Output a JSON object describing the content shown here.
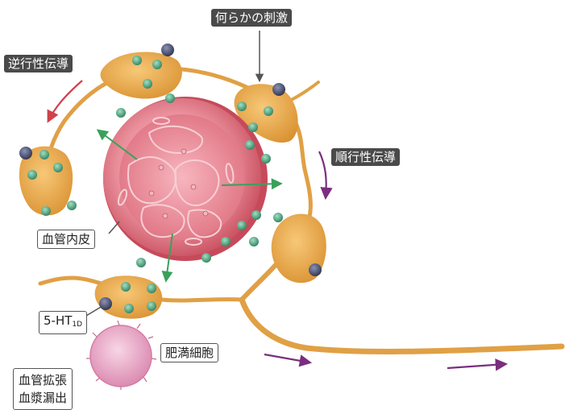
{
  "labels": {
    "stimulus": "何らかの刺激",
    "antidromic": "逆行性伝導",
    "orthodromic": "順行性伝導",
    "endothelium": "血管内皮",
    "receptor_main": "5-HT",
    "receptor_sub": "1D",
    "mast_cell": "肥満細胞",
    "effect_line1": "血管拡張",
    "effect_line2": "血漿漏出"
  },
  "colors": {
    "nerve": "#e8a94c",
    "nerve_dark": "#c98a30",
    "vesicle": "#4fa37f",
    "receptor": "#4a4f6a",
    "vessel_wall": "#d97a86",
    "vessel_lumen": "#ee9faa",
    "vessel_outer": "#c64a5a",
    "arrow_green": "#3aa15a",
    "arrow_purple": "#7a2e7e",
    "arrow_red": "#d2404a",
    "mast_cell": "#e7a2c2",
    "label_dark": "#4a4a4a"
  }
}
